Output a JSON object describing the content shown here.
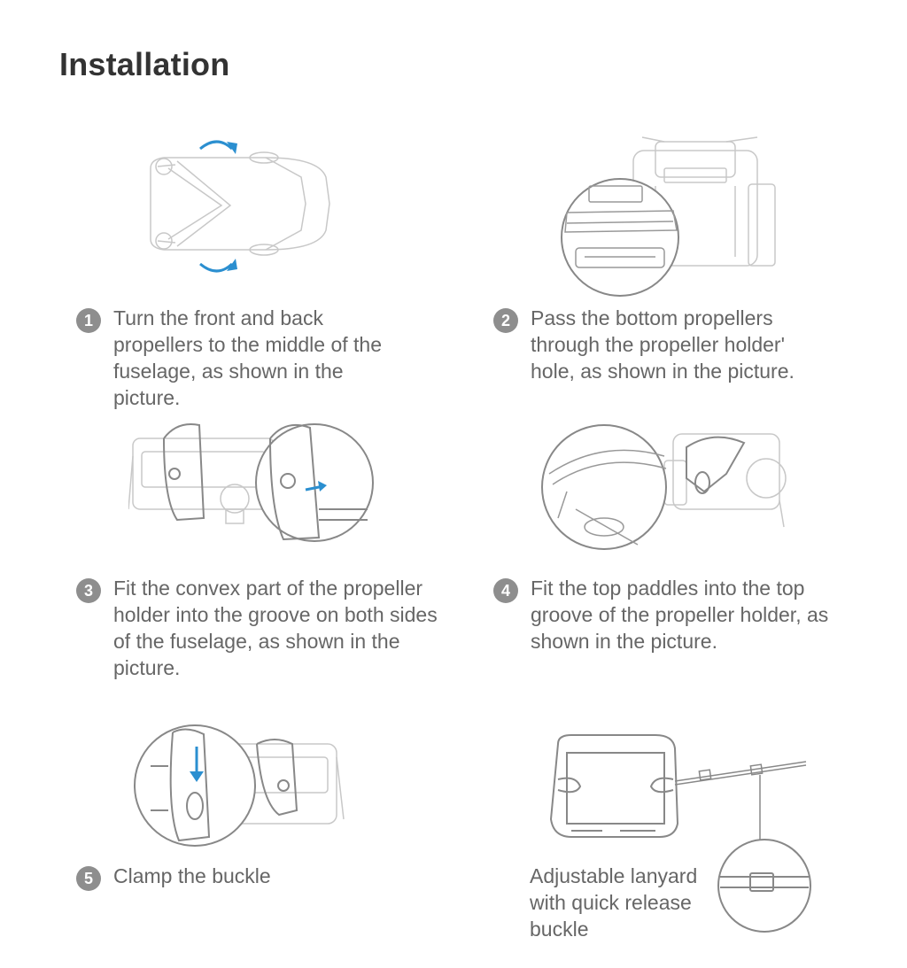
{
  "title": "Installation",
  "accent_color": "#2b8fd0",
  "badge_color": "#8e8e8e",
  "steps": [
    {
      "number": "1",
      "text": "Turn the front and back propellers to the middle of the fuselage, as shown in the picture."
    },
    {
      "number": "2",
      "text": "Pass the bottom propellers through the propeller holder' hole, as shown in the picture."
    },
    {
      "number": "3",
      "text": "Fit the convex part of the propeller holder into the groove on both sides of the fuselage, as shown in the picture."
    },
    {
      "number": "4",
      "text": "Fit the top paddles into the top groove of the propeller holder, as shown in the picture."
    },
    {
      "number": "5",
      "text": "Clamp the buckle"
    }
  ],
  "lanyard_caption": "Adjustable lanyard with quick release buckle"
}
